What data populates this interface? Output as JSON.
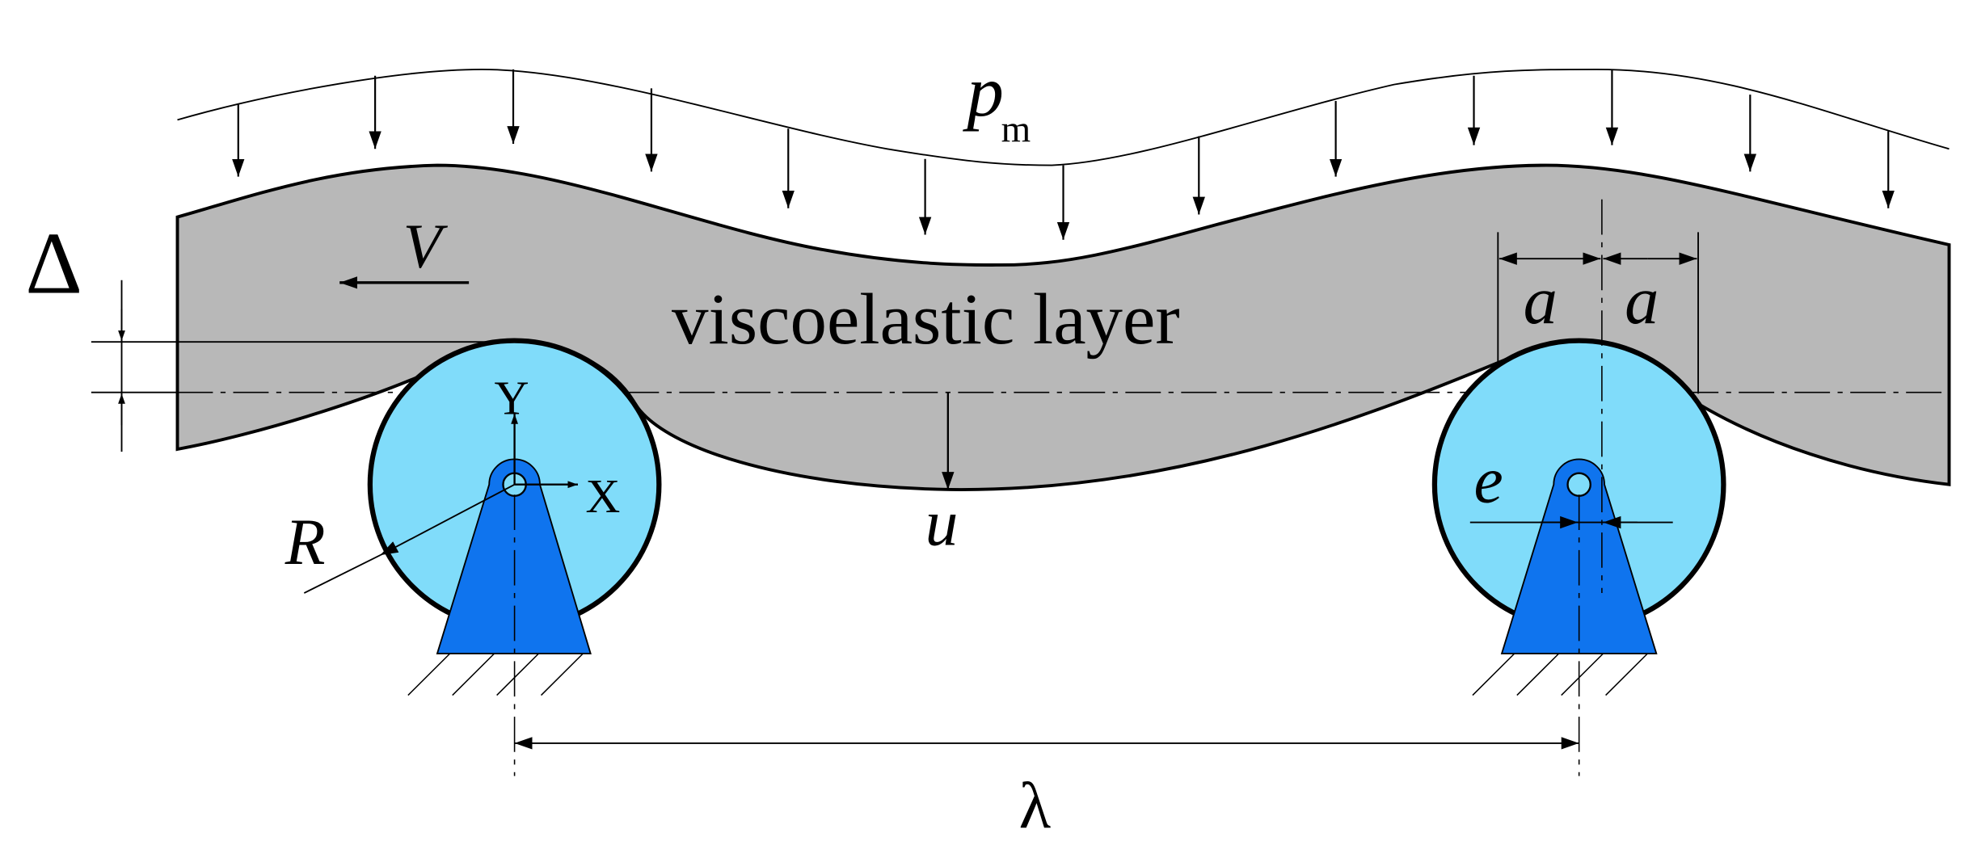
{
  "labels": {
    "pressure": "p",
    "pressure_sub": "m",
    "velocity": "V",
    "delta": "Δ",
    "layer": "viscoelastic layer",
    "half_width_left": "a",
    "half_width_right": "a",
    "y_axis": "Y",
    "x_axis": "X",
    "displacement": "u",
    "radius": "R",
    "eccentricity": "e",
    "wavelength": "λ"
  },
  "colors": {
    "layer_fill": "#b8b8b8",
    "roller_fill": "#80dcfa",
    "support_fill": "#0f74ee",
    "line": "#000000"
  }
}
